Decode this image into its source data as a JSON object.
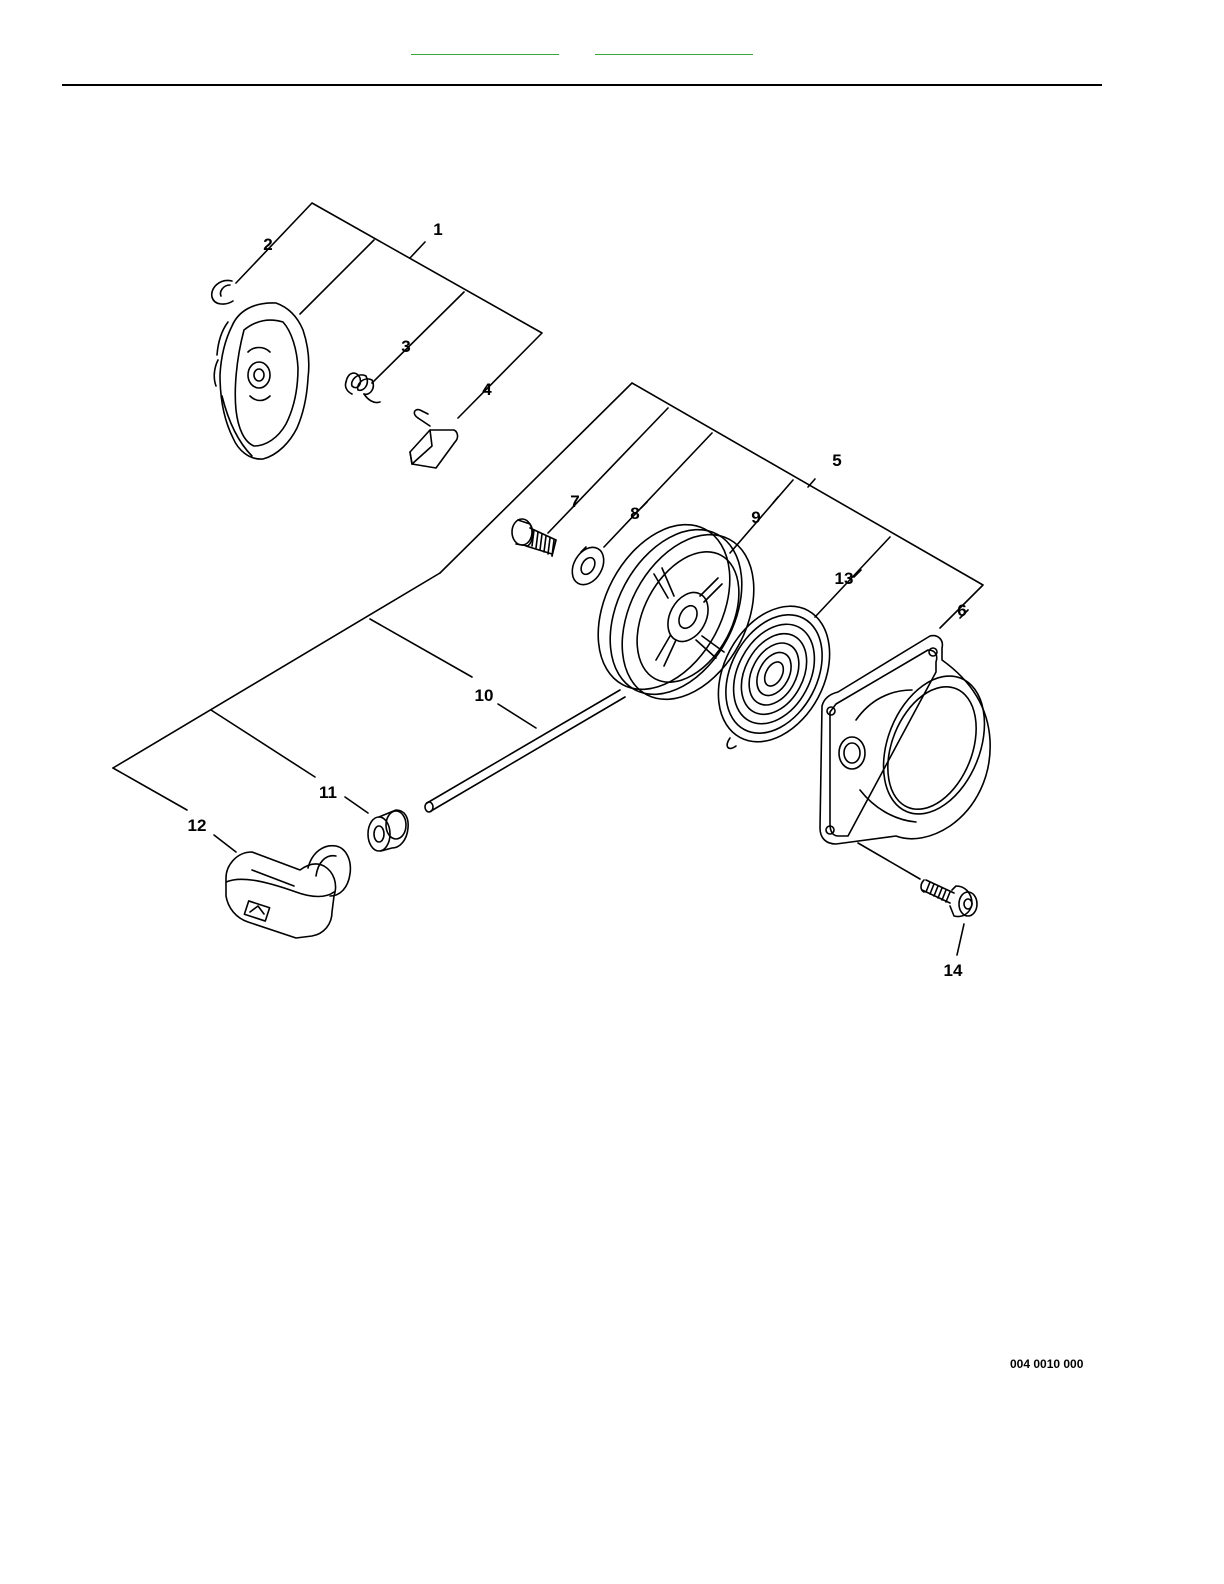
{
  "colors": {
    "link_underline": "#3aa63a",
    "ink": "#000000",
    "background": "#ffffff"
  },
  "callouts": {
    "c1": "1",
    "c2": "2",
    "c3": "3",
    "c4": "4",
    "c5": "5",
    "c6": "6",
    "c7": "7",
    "c8": "8",
    "c9": "9",
    "c10": "10",
    "c11": "11",
    "c12": "12",
    "c13": "13",
    "c14": "14"
  },
  "figure_code": "004 0010 000"
}
